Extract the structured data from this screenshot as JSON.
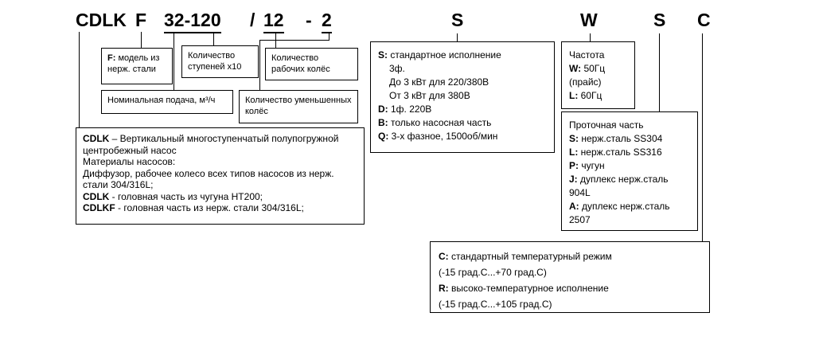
{
  "header": {
    "parts": [
      {
        "text": "CDLK"
      },
      {
        "text": "F"
      },
      {
        "text": "32-120"
      },
      {
        "text": "/"
      },
      {
        "text": "12"
      },
      {
        "text": "-"
      },
      {
        "text": "2"
      },
      {
        "text": "S"
      },
      {
        "text": "W"
      },
      {
        "text": "S"
      },
      {
        "text": "C"
      }
    ]
  },
  "boxes": {
    "f_model": {
      "lines": [
        {
          "prefix": "F:",
          "text": " модель из нерж. стали"
        }
      ]
    },
    "stages": {
      "lines": [
        {
          "text": "Количество ступеней x10"
        }
      ]
    },
    "impellers": {
      "lines": [
        {
          "text": "Количество рабочих колёс"
        }
      ]
    },
    "flow": {
      "lines": [
        {
          "text": "Номинальная подача, м³/ч"
        }
      ]
    },
    "reduced": {
      "lines": [
        {
          "text": "Количество уменьшенных колёс"
        }
      ]
    },
    "main": {
      "lines": [
        {
          "prefix": "CDLK",
          "text": " – Вертикальный многоступенчатый полупогружной центробежный насос"
        },
        {
          "text": "Материалы насосов:"
        },
        {
          "text": "Диффузор, рабочее колесо всех типов насосов из нерж. стали 304/316L;"
        },
        {
          "prefix": "CDLK",
          "text": " - головная часть из чугуна HT200;"
        },
        {
          "prefix": "CDLKF",
          "text": " - головная часть из нерж. стали 304/316L;"
        }
      ]
    },
    "execution": {
      "lines": [
        {
          "prefix": "S:",
          "text": " стандартное исполнение"
        },
        {
          "text": "3ф.",
          "indent": true
        },
        {
          "text": "До 3 кВт для 220/380В",
          "indent": true
        },
        {
          "text": "От 3 кВт для 380В",
          "indent": true
        },
        {
          "prefix": "D:",
          "text": " 1ф. 220В"
        },
        {
          "prefix": "B:",
          "text": " только насосная часть"
        },
        {
          "prefix": "Q:",
          "text": " 3-х фазное, 1500об/мин"
        }
      ]
    },
    "frequency": {
      "lines": [
        {
          "text": "Частота"
        },
        {
          "prefix": "W:",
          "text": " 50Гц"
        },
        {
          "text": "(прайс)"
        },
        {
          "prefix": "L:",
          "text": " 60Гц"
        }
      ]
    },
    "flow_part": {
      "lines": [
        {
          "text": "Проточная часть"
        },
        {
          "prefix": "S:",
          "text": " нерж.сталь SS304"
        },
        {
          "prefix": "L:",
          "text": " нерж.сталь SS316"
        },
        {
          "prefix": "P:",
          "text": " чугун"
        },
        {
          "prefix": "J:",
          "text": " дуплекс нерж.сталь 904L"
        },
        {
          "prefix": "A:",
          "text": " дуплекс нерж.сталь 2507"
        }
      ]
    },
    "temperature": {
      "lines": [
        {
          "prefix": "C:",
          "text": " стандартный температурный режим"
        },
        {
          "text": "(-15 град.С...+70 град.С)"
        },
        {
          "prefix": "R:",
          "text": " высоко-температурное исполнение"
        },
        {
          "text": "(-15 град.С...+105 град.С)"
        }
      ]
    }
  },
  "colors": {
    "background": "#ffffff",
    "line": "#000000",
    "text": "#000000"
  }
}
